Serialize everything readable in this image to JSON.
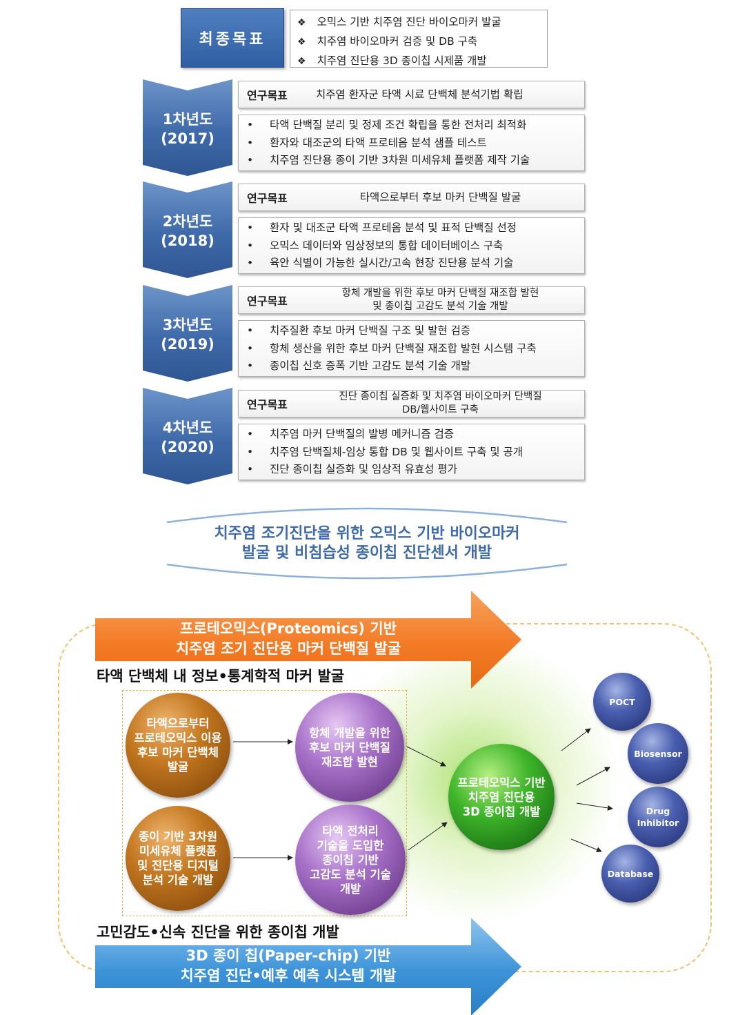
{
  "final_goal": {
    "title": "최종목표",
    "items": [
      "오믹스 기반 치주염 진단 바이오마커 발굴",
      "치주염 바이오마커 검증 및 DB 구축",
      "치주염 진단용 3D 종이칩 시제품 개발"
    ]
  },
  "years": [
    {
      "year": "1차년도",
      "date": "(2017)",
      "goal_label": "연구목표",
      "goal": "치주염 환자군 타액 시료 단백체 분석기법 확립",
      "items": [
        "타액 단백질 분리 및 정제 조건 확립을 통한 전처리 최적화",
        "환자와 대조군의 타액 프로테옴 분석 샘플 테스트",
        "치주염 진단용 종이 기반 3차원 미세유체 플랫폼 제작 기술"
      ]
    },
    {
      "year": "2차년도",
      "date": "(2018)",
      "goal_label": "연구목표",
      "goal": "타액으로부터 후보 마커 단백질 발굴",
      "items": [
        "환자 및 대조군 타액 프로테옴 분석 및 표적 단백질 선정",
        "오믹스 데이터와 임상정보의 통합 데이터베이스 구축",
        "육안 식별이 가능한 실시간/고속 현장 진단용 분석 기술"
      ]
    },
    {
      "year": "3차년도",
      "date": "(2019)",
      "goal_label": "연구목표",
      "goal_line1": "항체 개발을 위한 후보 마커 단백질 재조합 발현",
      "goal_line2": "및 종이칩 고감도 분석 기술 개발",
      "items": [
        "치주질환 후보 마커 단백질 구조 및 발현 검증",
        "항체 생산을 위한 후보 마커 단백질 재조합 발현 시스템 구축",
        "종이칩 신호 증폭 기반 고감도 분석 기술 개발"
      ]
    },
    {
      "year": "4차년도",
      "date": "(2020)",
      "goal_label": "연구목표",
      "goal_line1": "진단 종이칩 실증화 및 치주염 바이오마커 단백질",
      "goal_line2": "DB/웹사이트 구축",
      "items": [
        "치주염 마커 단백질의 발병 메커니즘 검증",
        "치주염 단백질체-임상 통합 DB 및 웹사이트 구축 및 공개",
        "진단 종이칩 실증화 및 임상적 유효성 평가"
      ]
    }
  ],
  "summary": {
    "line1": "치주염 조기진단을 위한 오믹스 기반 바이오마커",
    "line2": "발굴 및 비침습성 종이칩 진단센서 개발"
  },
  "diagram": {
    "top_arrow": {
      "line1": "프로테오믹스(Proteomics) 기반",
      "line2": "치주염 조기 진단용 마커 단백질 발굴"
    },
    "top_section": "타액 단백체 내 정보•통계학적 마커 발굴",
    "bottom_section": "고민감도•신속 진단을 위한 종이칩 개발",
    "bottom_arrow": {
      "line1": "3D 종이 칩(Paper-chip) 기반",
      "line2": "치주염 진단•예후 예측 시스템 개발"
    },
    "circle_a": [
      "타액으로부터",
      "프로테오믹스 이용",
      "후보 마커 단백체",
      "발굴"
    ],
    "circle_b": [
      "항체 개발을 위한",
      "후보 마커 단백질",
      "재조합 발현"
    ],
    "circle_c": [
      "종이 기반 3차원",
      "미세유체 플랫폼",
      "및 진단용 디지털",
      "분석 기술 개발"
    ],
    "circle_d": [
      "타액 전처리",
      "기술을 도입한",
      "종이칩 기반",
      "고감도 분석 기술",
      "개발"
    ],
    "center": [
      "프로테오믹스 기반",
      "치주염 진단용",
      "3D 종이칩 개발"
    ],
    "outputs": {
      "poct": "POCT",
      "biosensor": "Biosensor",
      "drug_line1": "Drug",
      "drug_line2": "Inhibitor",
      "database": "Database"
    },
    "colors": {
      "orange_arrow": "#f37b26",
      "blue_arrow": "#3c93d8",
      "chevron_blue": "#3f6aa9",
      "frame_dash": "#f4bf6a"
    }
  }
}
